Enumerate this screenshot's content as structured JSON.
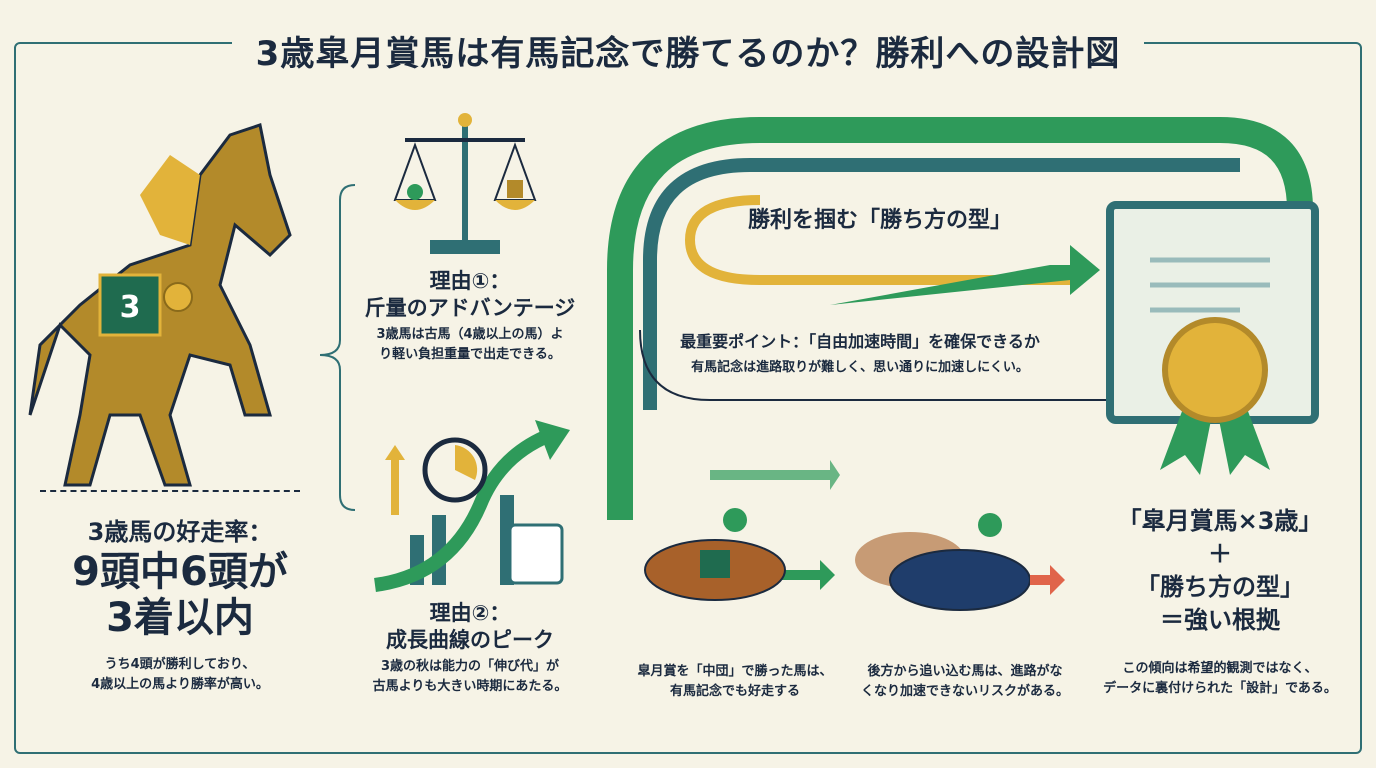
{
  "title": "3歳皐月賞馬は有馬記念で勝てるのか？勝利への設計図",
  "left": {
    "badge_number": "3",
    "label": "3歳馬の好走率：",
    "headline_line1": "9頭中6頭が",
    "headline_line2": "3着以内",
    "note_line1": "うち4頭が勝利しており、",
    "note_line2": "4歳以上の馬より勝率が高い。"
  },
  "reason1": {
    "title_line1": "理由①：",
    "title_line2": "斤量のアドバンテージ",
    "desc_line1": "3歳馬は古馬（4歳以上の馬）よ",
    "desc_line2": "り軽い負担重量で出走できる。"
  },
  "reason2": {
    "title_line1": "理由②：",
    "title_line2": "成長曲線のピーク",
    "desc_line1": "3歳の秋は能力の「伸び代」が",
    "desc_line2": "古馬よりも大きい時期にあたる。"
  },
  "track": {
    "label": "勝利を掴む「勝ち方の型」",
    "point": "最重要ポイント：「自由加速時間」を確保できるか",
    "point_desc": "有馬記念は進路取りが難しく、思い通りに加速しにくい。"
  },
  "scene1": {
    "desc_line1": "皐月賞を「中団」で勝った馬は、",
    "desc_line2": "有馬記念でも好走する"
  },
  "scene2": {
    "desc_line1": "後方から追い込む馬は、進路がな",
    "desc_line2": "くなり加速できないリスクがある。"
  },
  "conclusion": {
    "line1": "「皐月賞馬×3歳」",
    "plus": "＋",
    "line2": "「勝ち方の型」",
    "line3": "＝強い根拠",
    "desc_line1": "この傾向は希望的観測ではなく、",
    "desc_line2": "データに裏付けられた「設計」である。"
  },
  "colors": {
    "navy": "#1b2a3f",
    "teal": "#2f6f74",
    "green": "#2e9a5a",
    "gold": "#e2b33a"
  }
}
